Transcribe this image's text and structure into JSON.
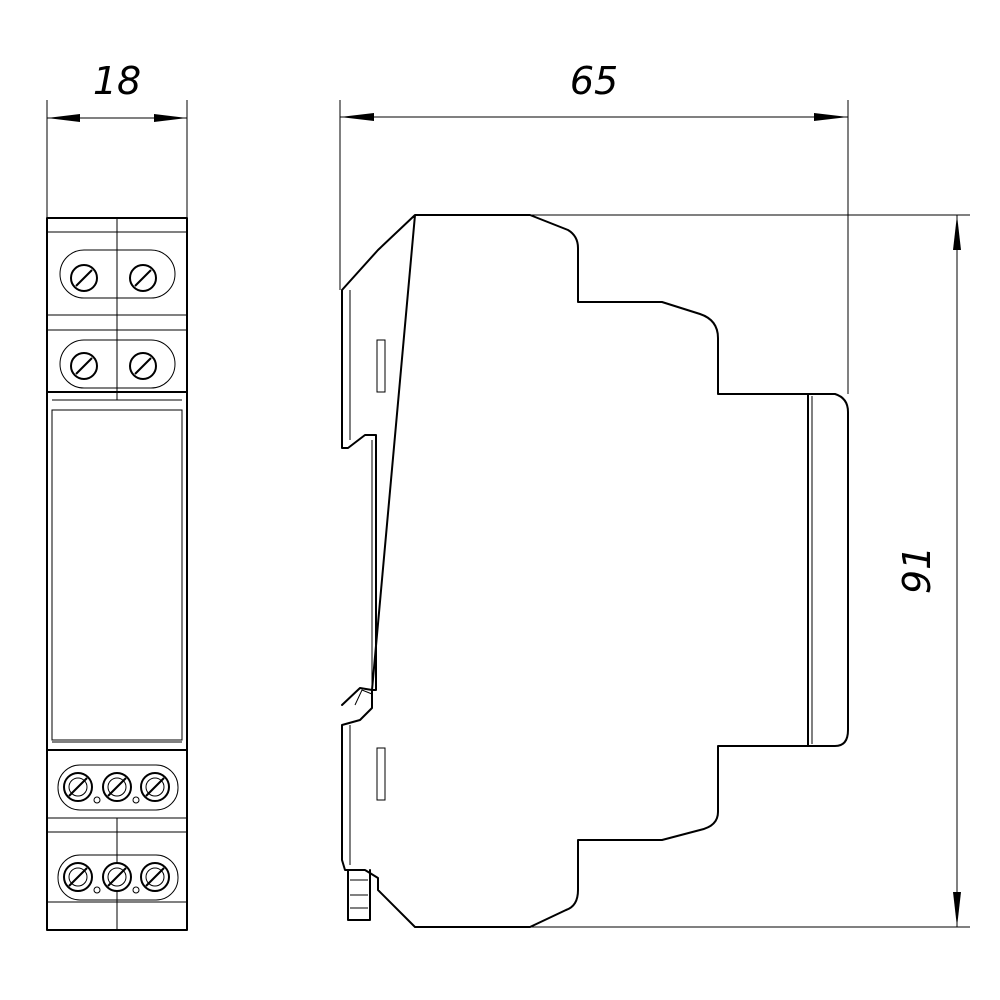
{
  "dimensions": {
    "width_front": "18",
    "depth_side": "65",
    "height": "91"
  },
  "colors": {
    "line": "#000000",
    "background": "#ffffff"
  }
}
